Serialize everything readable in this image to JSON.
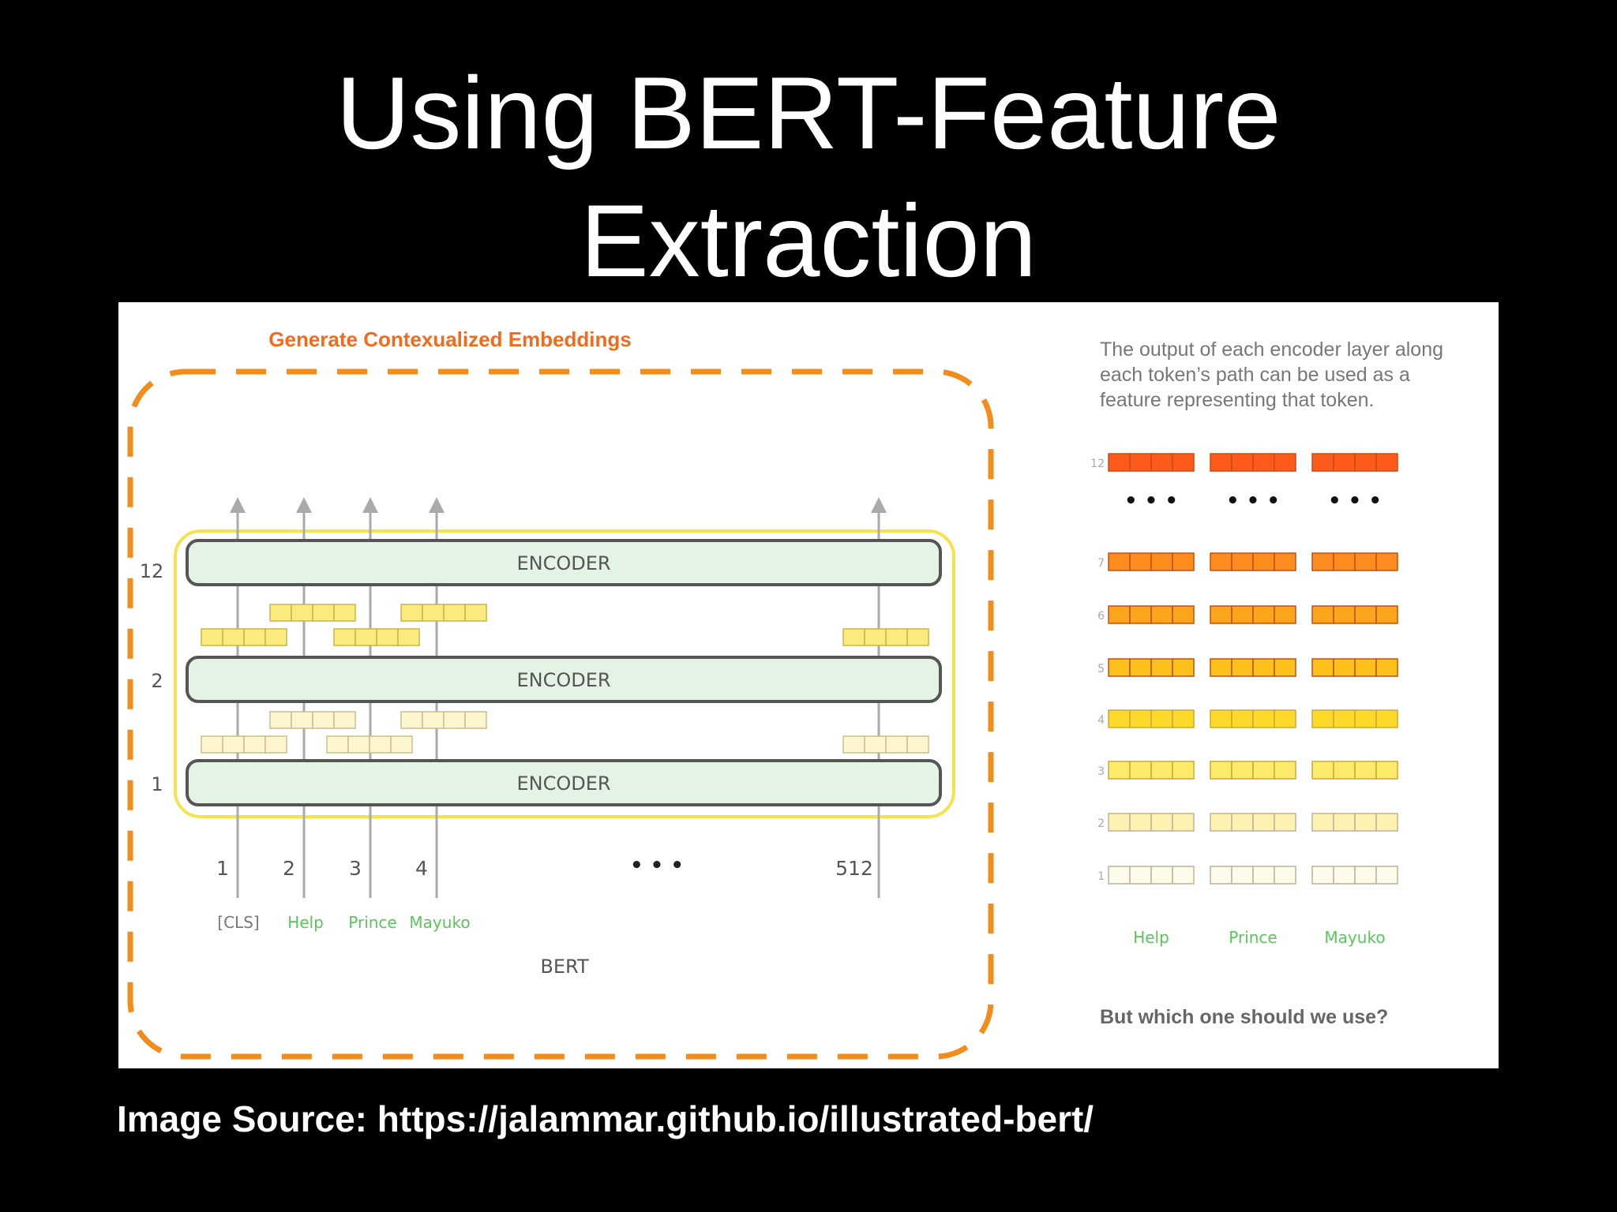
{
  "slide": {
    "title_line1": "Using BERT-Feature",
    "title_line2": "Extraction",
    "source": "Image Source: https://jalammar.github.io/illustrated-bert/"
  },
  "figure": {
    "left_panel": {
      "heading": "Generate Contexualized Embeddings",
      "encoders": [
        {
          "layer_label": "12",
          "text": "ENCODER"
        },
        {
          "layer_label": "2",
          "text": "ENCODER"
        },
        {
          "layer_label": "1",
          "text": "ENCODER"
        }
      ],
      "positions": [
        "1",
        "2",
        "3",
        "4",
        "512"
      ],
      "ellipsis": "• • •",
      "tokens": [
        "[CLS]",
        "Help",
        "Prince",
        "Mayuko"
      ],
      "model_label": "BERT"
    },
    "right_panel": {
      "description_lines": [
        "The output of each encoder layer along",
        "each token’s path can be used as a",
        "feature representing that token."
      ],
      "layer_labels": [
        "12",
        "7",
        "6",
        "5",
        "4",
        "3",
        "2",
        "1"
      ],
      "ellipsis": "• • •",
      "tokens": [
        "Help",
        "Prince",
        "Mayuko"
      ],
      "question": "But which one should we use?"
    }
  },
  "colors": {
    "dashed_border": "#f28c1a",
    "heading": "#f26b1d",
    "encoder_fill": "#e3f4e4",
    "encoder_stroke": "#555555",
    "yellow_frame": "#f6e24a",
    "token_green": "#5cc45c",
    "layer_colors": [
      "#ff5a1a",
      "#fb8c1d",
      "#fba51c",
      "#fcc21b",
      "#fdda2a",
      "#fde96a",
      "#fdf2b0",
      "#fefbea"
    ]
  }
}
